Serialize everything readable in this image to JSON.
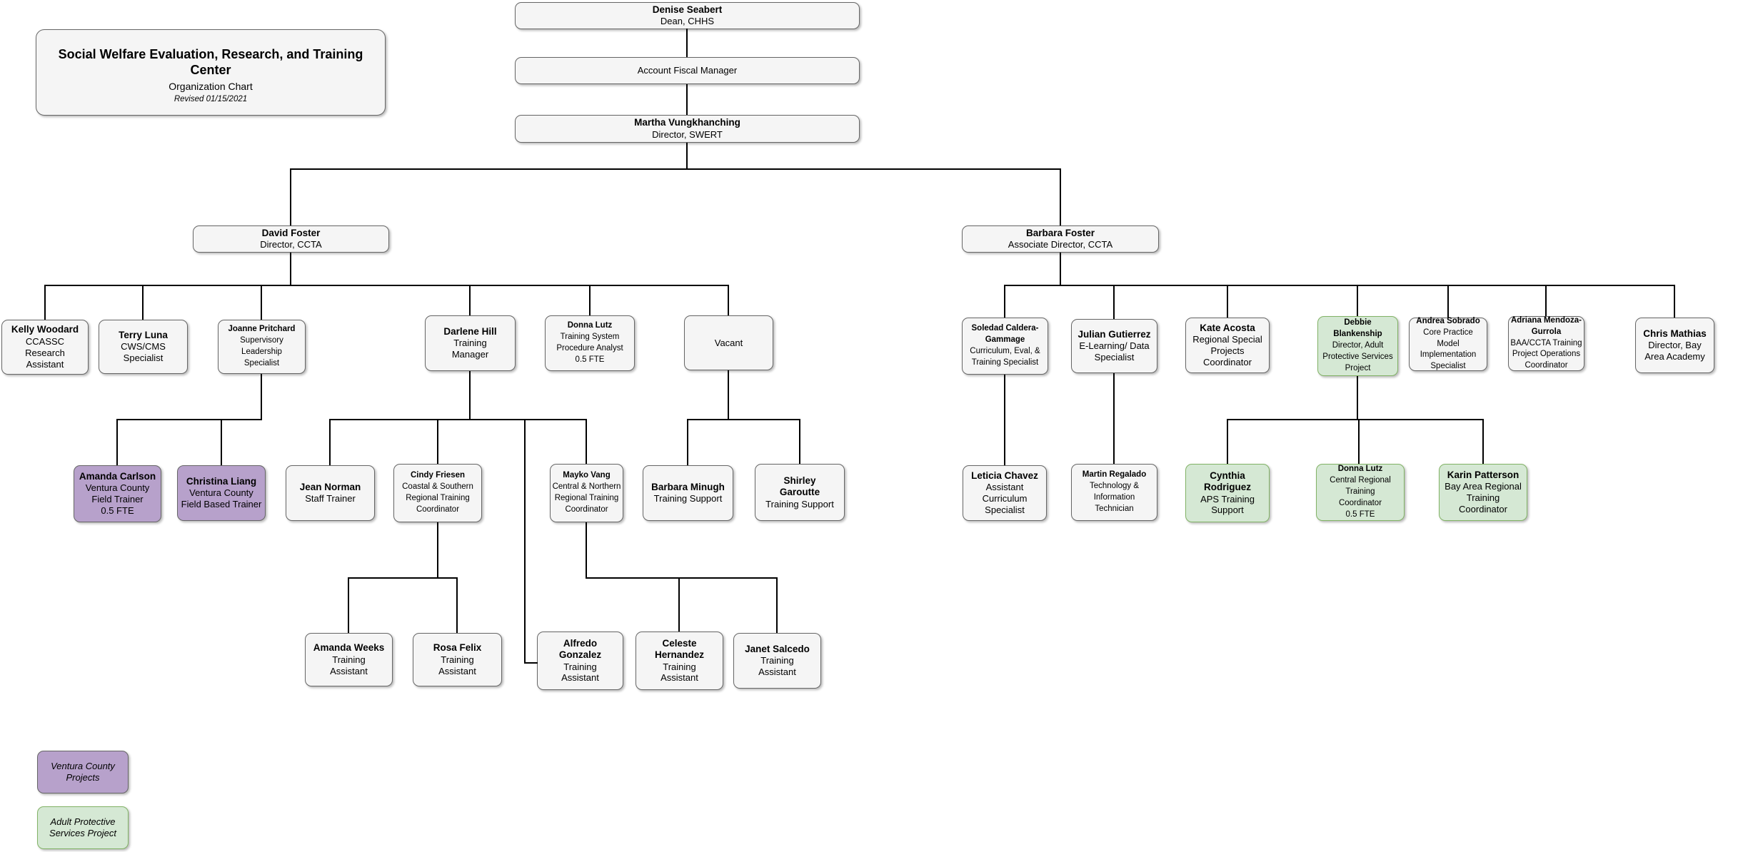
{
  "title_box": {
    "title": "Social Welfare Evaluation, Research, and Training Center",
    "subtitle": "Organization Chart",
    "revised": "Revised 01/15/2021"
  },
  "nodes": [
    {
      "id": "denise-seabert",
      "name": "Denise Seabert",
      "title": "Dean, CHHS",
      "style": "gray"
    },
    {
      "id": "account-fiscal-manager",
      "name": "",
      "title": "Account Fiscal Manager",
      "style": "gray"
    },
    {
      "id": "martha-vungkhanching",
      "name": "Martha Vungkhanching",
      "title": "Director, SWERT",
      "style": "gray"
    },
    {
      "id": "david-foster",
      "name": "David Foster",
      "title": "Director, CCTA",
      "style": "gray"
    },
    {
      "id": "barbara-foster",
      "name": "Barbara Foster",
      "title": "Associate Director, CCTA",
      "style": "gray"
    },
    {
      "id": "kelly-woodard",
      "name": "Kelly Woodard",
      "title": "CCASSC\nResearch\nAssistant",
      "style": "gray"
    },
    {
      "id": "terry-luna",
      "name": "Terry Luna",
      "title": "CWS/CMS\nSpecialist",
      "style": "gray"
    },
    {
      "id": "joanne-pritchard",
      "name": "Joanne Pritchard",
      "title": "Supervisory\nLeadership\nSpecialist",
      "style": "gray",
      "small": true
    },
    {
      "id": "darlene-hill",
      "name": "Darlene Hill",
      "title": "Training\nManager",
      "style": "gray"
    },
    {
      "id": "donna-lutz-analyst",
      "name": "Donna Lutz",
      "title": "Training System\nProcedure Analyst\n0.5 FTE",
      "style": "gray",
      "small": true
    },
    {
      "id": "vacant",
      "name": "",
      "title": "Vacant",
      "style": "gray"
    },
    {
      "id": "soledad-caldera-gammage",
      "name": "Soledad Caldera-\nGammage",
      "title": "Curriculum, Eval, &\nTraining Specialist",
      "style": "gray",
      "small": true
    },
    {
      "id": "julian-gutierrez",
      "name": "Julian Gutierrez",
      "title": "E-Learning/ Data\nSpecialist",
      "style": "gray"
    },
    {
      "id": "kate-acosta",
      "name": "Kate Acosta",
      "title": "Regional Special\nProjects\nCoordinator",
      "style": "gray"
    },
    {
      "id": "debbie-blankenship",
      "name": "Debbie\nBlankenship",
      "title": "Director, Adult\nProtective Services\nProject",
      "style": "green",
      "small": true
    },
    {
      "id": "andrea-sobrado",
      "name": "Andrea Sobrado",
      "title": "Core Practice Model\nImplementation\nSpecialist",
      "style": "gray",
      "small": true
    },
    {
      "id": "adriana-mendoza-gurrola",
      "name": "Adriana Mendoza-\nGurrola",
      "title": "BAA/CCTA Training\nProject Operations\nCoordinator",
      "style": "gray",
      "small": true
    },
    {
      "id": "chris-mathias",
      "name": "Chris Mathias",
      "title": "Director, Bay\nArea Academy",
      "style": "gray"
    },
    {
      "id": "amanda-carlson",
      "name": "Amanda Carlson",
      "title": "Ventura County\nField Trainer\n0.5 FTE",
      "style": "purple"
    },
    {
      "id": "christina-liang",
      "name": "Christina Liang",
      "title": "Ventura County\nField Based Trainer",
      "style": "purple"
    },
    {
      "id": "jean-norman",
      "name": "Jean Norman",
      "title": "Staff Trainer",
      "style": "gray"
    },
    {
      "id": "cindy-friesen",
      "name": "Cindy Friesen",
      "title": "Coastal & Southern\nRegional Training\nCoordinator",
      "style": "gray",
      "small": true
    },
    {
      "id": "mayko-vang",
      "name": "Mayko Vang",
      "title": "Central & Northern\nRegional Training\nCoordinator",
      "style": "gray",
      "small": true
    },
    {
      "id": "barbara-minugh",
      "name": "Barbara Minugh",
      "title": "Training Support",
      "style": "gray"
    },
    {
      "id": "shirley-garoutte",
      "name": "Shirley\nGaroutte",
      "title": "Training Support",
      "style": "gray"
    },
    {
      "id": "leticia-chavez",
      "name": "Leticia Chavez",
      "title": "Assistant\nCurriculum\nSpecialist",
      "style": "gray"
    },
    {
      "id": "martin-regalado",
      "name": "Martin Regalado",
      "title": "Technology &\nInformation\nTechnician",
      "style": "gray",
      "small": true
    },
    {
      "id": "cynthia-rodriguez",
      "name": "Cynthia\nRodriguez",
      "title": "APS Training\nSupport",
      "style": "green"
    },
    {
      "id": "donna-lutz-coordinator",
      "name": "Donna Lutz",
      "title": "Central Regional\nTraining\nCoordinator\n0.5 FTE",
      "style": "green",
      "small": true
    },
    {
      "id": "karin-patterson",
      "name": "Karin Patterson",
      "title": "Bay Area Regional\nTraining\nCoordinator",
      "style": "green"
    },
    {
      "id": "amanda-weeks",
      "name": "Amanda Weeks",
      "title": "Training\nAssistant",
      "style": "gray"
    },
    {
      "id": "rosa-felix",
      "name": "Rosa Felix",
      "title": "Training\nAssistant",
      "style": "gray"
    },
    {
      "id": "alfredo-gonzalez",
      "name": "Alfredo\nGonzalez",
      "title": "Training\nAssistant",
      "style": "gray"
    },
    {
      "id": "celeste-hernandez",
      "name": "Celeste\nHernandez",
      "title": "Training\nAssistant",
      "style": "gray"
    },
    {
      "id": "janet-salcedo",
      "name": "Janet Salcedo",
      "title": "Training\nAssistant",
      "style": "gray"
    }
  ],
  "legend": [
    {
      "id": "legend-ventura-county-projects",
      "label": "Ventura County\nProjects",
      "style": "purple"
    },
    {
      "id": "legend-adult-protective-services-project",
      "label": "Adult Protective\nServices Project",
      "style": "green"
    }
  ],
  "colors": {
    "box_gray": "#f5f5f5",
    "box_purple": "#b7a1cb",
    "box_green": "#d5e8d4",
    "border_gray": "#666666",
    "border_green": "#82b366",
    "connector": "#000000"
  }
}
